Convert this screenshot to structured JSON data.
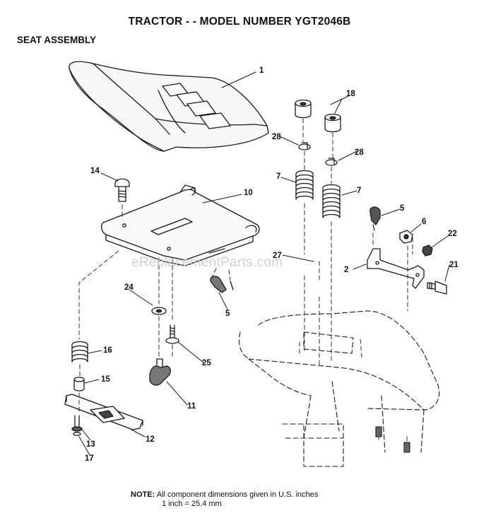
{
  "header": {
    "title": "TRACTOR - - MODEL NUMBER YGT2046B",
    "section": "SEAT ASSEMBLY"
  },
  "callouts": [
    {
      "id": "c1",
      "label": "1"
    },
    {
      "id": "c18",
      "label": "18"
    },
    {
      "id": "c28a",
      "label": "28"
    },
    {
      "id": "c28b",
      "label": "28"
    },
    {
      "id": "c14",
      "label": "14"
    },
    {
      "id": "c10",
      "label": "10"
    },
    {
      "id": "c7a",
      "label": "7"
    },
    {
      "id": "c7b",
      "label": "7"
    },
    {
      "id": "c5a",
      "label": "5"
    },
    {
      "id": "c6",
      "label": "6"
    },
    {
      "id": "c22",
      "label": "22"
    },
    {
      "id": "c27",
      "label": "27"
    },
    {
      "id": "c2",
      "label": "2"
    },
    {
      "id": "c21",
      "label": "21"
    },
    {
      "id": "c24",
      "label": "24"
    },
    {
      "id": "c5b",
      "label": "5"
    },
    {
      "id": "c16",
      "label": "16"
    },
    {
      "id": "c25",
      "label": "25"
    },
    {
      "id": "c15",
      "label": "15"
    },
    {
      "id": "c11",
      "label": "11"
    },
    {
      "id": "c13",
      "label": "13"
    },
    {
      "id": "c17",
      "label": "17"
    },
    {
      "id": "c12",
      "label": "12"
    }
  ],
  "note": {
    "label": "NOTE:",
    "line1": "All component dimensions given in U.S. inches",
    "line2": "1 inch = 25.4 mm"
  },
  "watermark": "eReplacementParts.com"
}
